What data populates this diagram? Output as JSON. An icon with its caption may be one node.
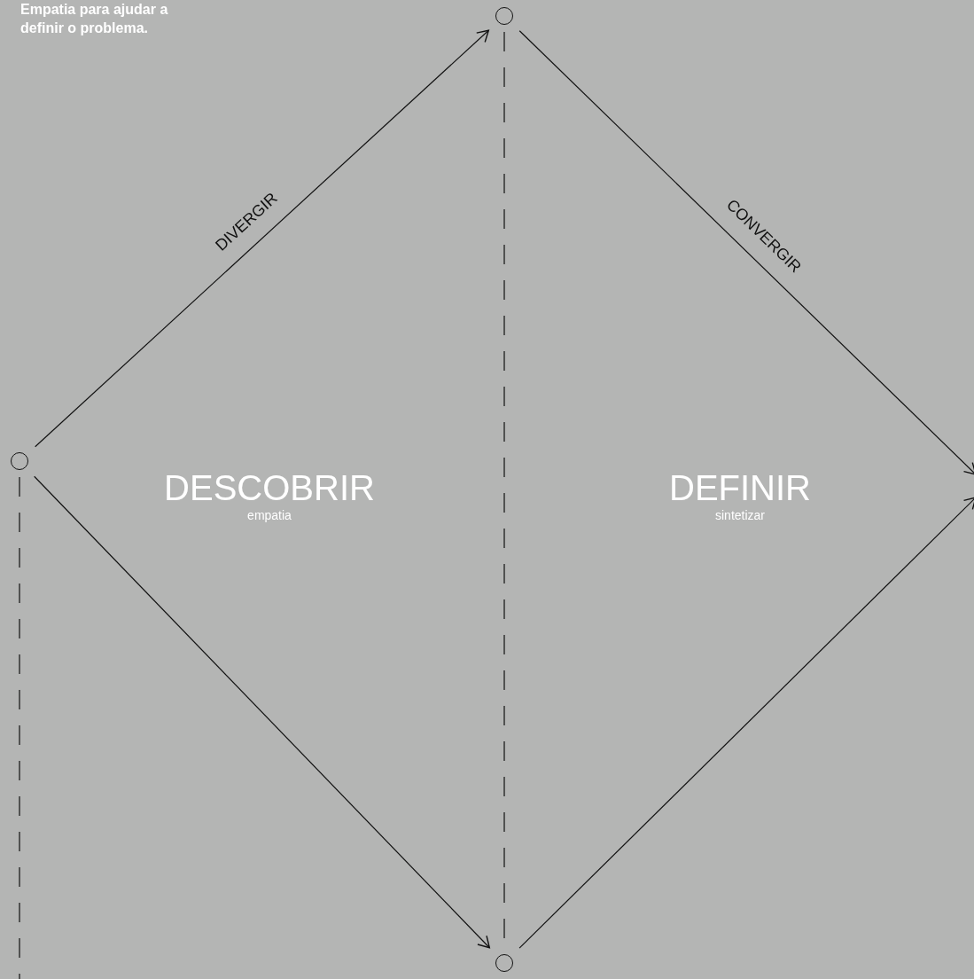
{
  "diagram": {
    "nodes": [
      {
        "text": [],
        "shape": "circle"
      },
      {
        "text": [],
        "shape": "circle"
      },
      {
        "text": [],
        "shape": "circle"
      }
    ],
    "edges": [
      {
        "from": 0,
        "to": 1,
        "arrow": "to",
        "label": "DIVERGIR"
      },
      {
        "from": 1,
        "to": null,
        "arrow": "to",
        "label": "CONVERGIR"
      },
      {
        "from": 0,
        "to": 2,
        "arrow": "to"
      },
      {
        "from": 2,
        "to": null,
        "arrow": "to"
      },
      {
        "from": 1,
        "to": 2,
        "arrow": "none",
        "style": "dashed"
      },
      {
        "from": 0,
        "to": null,
        "arrow": "none",
        "style": "dashed"
      }
    ],
    "labels": [
      "Empatia para ajudar a definir o problema.",
      "DESCOBRIR",
      "empatia",
      "DEFINIR",
      "sintetizar"
    ]
  }
}
